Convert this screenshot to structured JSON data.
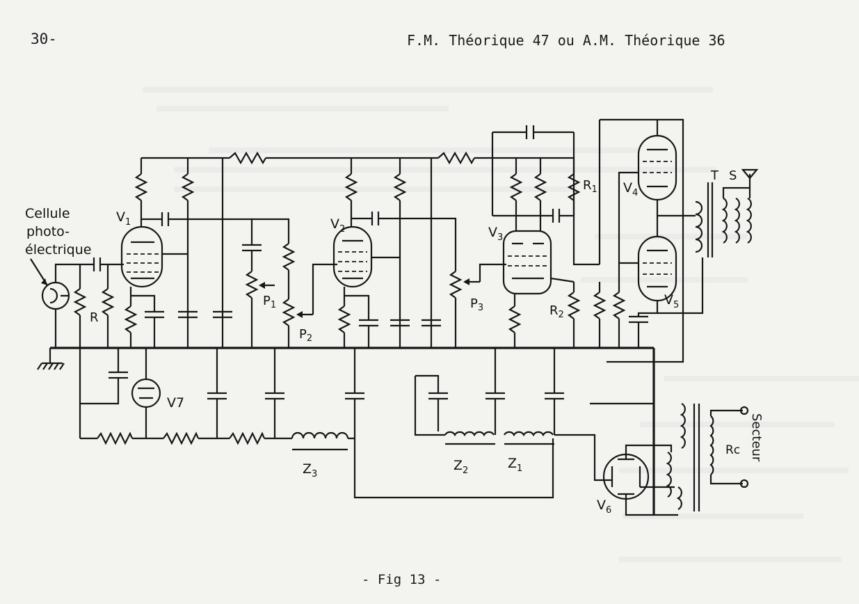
{
  "page": {
    "number": "30-",
    "header": "F.M. Théorique 47  ou  A.M. Théorique 36",
    "caption": "- Fig 13 -"
  },
  "labels": {
    "cellule": "Cellule",
    "photo": "photo-",
    "electrique": "électrique",
    "R": "R",
    "Rc": "Rc",
    "secteur": "Secteur",
    "T": "T",
    "S": "S"
  }
}
